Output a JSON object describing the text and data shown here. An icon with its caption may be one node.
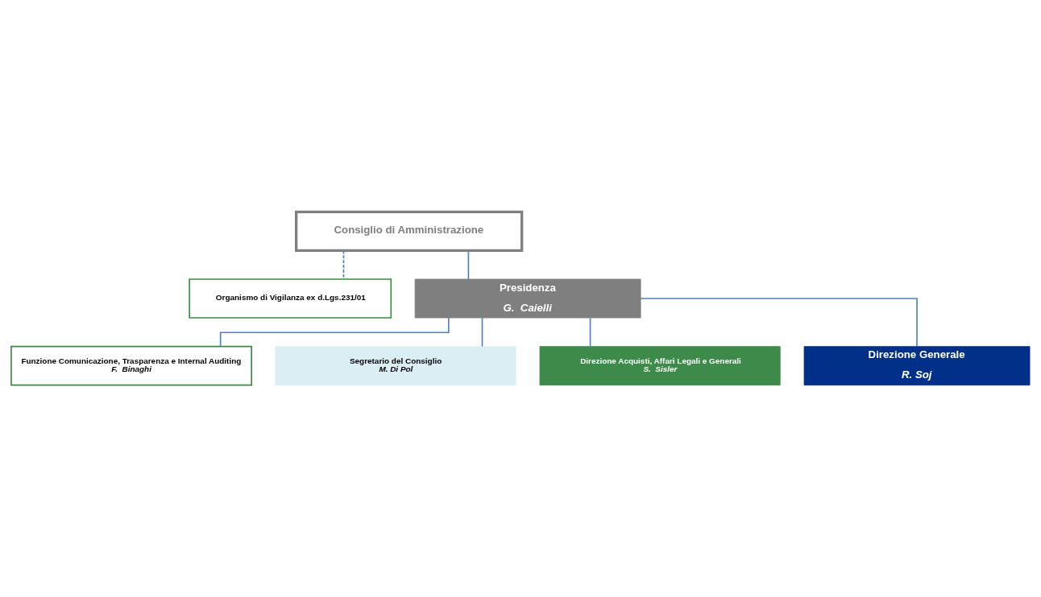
{
  "diagram": {
    "nodes": [
      {
        "text": [
          "Consiglio di Amministrazione"
        ]
      },
      {
        "text": [
          "Organismo di Vigilanza ex d.Lgs.231/01"
        ]
      },
      {
        "text": [
          "Presidenza",
          "G.  Caielli"
        ]
      },
      {
        "text": [
          "Funzione Comunicazione, Trasparenza e Internal Auditing",
          "F.  Binaghi"
        ]
      },
      {
        "text": [
          "Segretario del Consiglio",
          "M. Di Pol"
        ]
      },
      {
        "text": [
          "Direzione Acquisti, Affari Legali e Generali",
          "S.  Sisler"
        ]
      },
      {
        "text": [
          "Direzione Generale",
          "R. Soj"
        ]
      }
    ],
    "edges": [
      {
        "from": 0,
        "to": 2,
        "arrow": "none"
      },
      {
        "from": 0,
        "to": 1,
        "arrow": "none",
        "style": "dashed"
      },
      {
        "from": 2,
        "to": 3,
        "arrow": "none"
      },
      {
        "from": 2,
        "to": 4,
        "arrow": "none"
      },
      {
        "from": 2,
        "to": 5,
        "arrow": "none"
      },
      {
        "from": 2,
        "to": 6,
        "arrow": "none"
      }
    ]
  }
}
